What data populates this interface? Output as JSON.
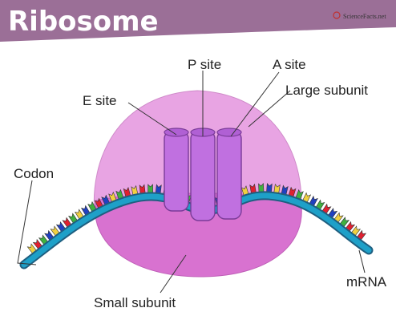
{
  "title": "Ribosome",
  "brand": "ScienceFacts.net",
  "labels": {
    "p_site": "P site",
    "a_site": "A site",
    "e_site": "E site",
    "large_subunit": "Large subunit",
    "codon": "Codon",
    "small_subunit": "Small subunit",
    "mrna": "mRNA"
  },
  "colors": {
    "header": "#9b6f97",
    "large_subunit": "#e8a4e3",
    "small_subunit": "#d872d0",
    "trna_sites": "#c070e0",
    "mrna_strand": "#1ea0c8",
    "base_colors": [
      "#e02030",
      "#f0d040",
      "#40b040",
      "#2040c0"
    ]
  }
}
